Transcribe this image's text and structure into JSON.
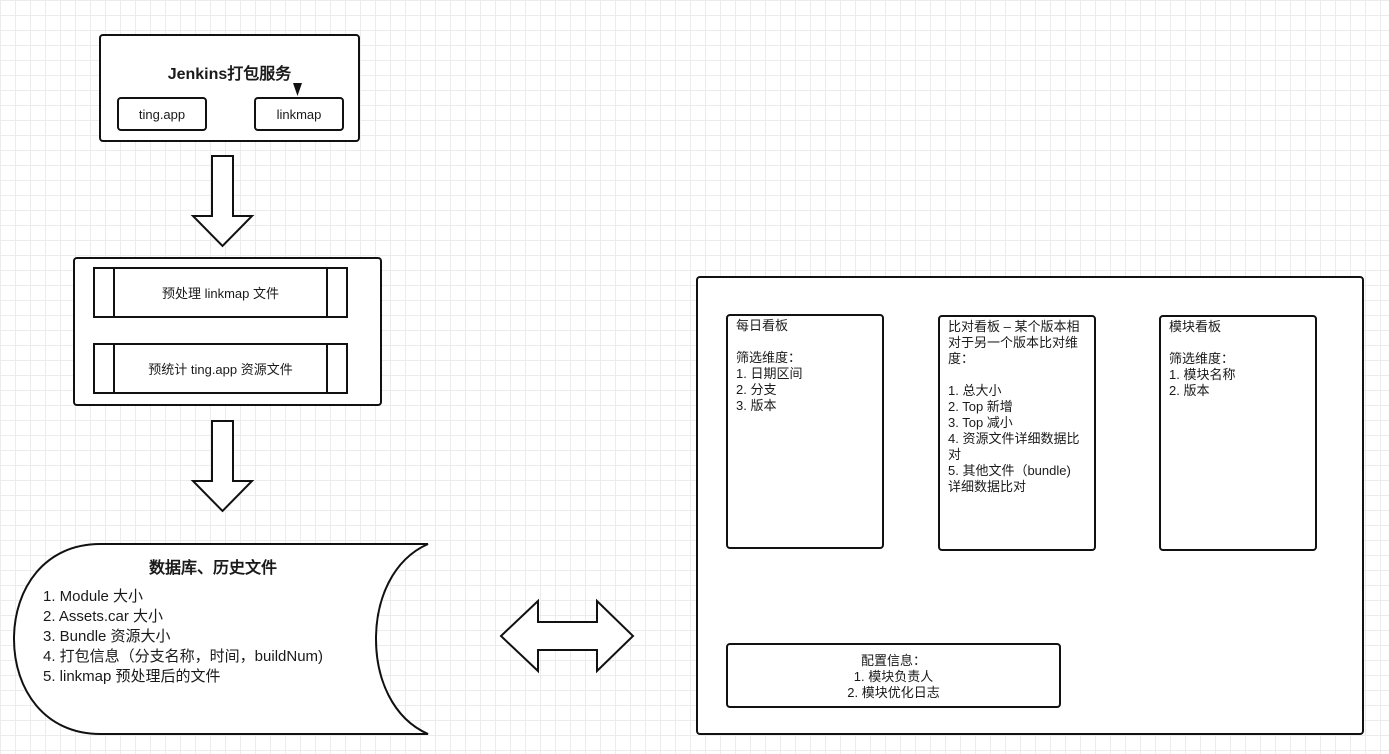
{
  "jenkins": {
    "title": "Jenkins打包服务",
    "ting_app": "ting.app",
    "linkmap": "linkmap"
  },
  "preprocess": {
    "step1": "预处理 linkmap 文件",
    "step2": "预统计 ting.app 资源文件"
  },
  "database": {
    "title": "数据库、历史文件",
    "items": [
      "1. Module 大小",
      "2. Assets.car 大小",
      "3. Bundle 资源大小",
      "4. 打包信息（分支名称，时间，buildNum)",
      "5. linkmap 预处理后的文件"
    ]
  },
  "daily_board": {
    "title": "每日看板",
    "filter_label": "筛选维度：",
    "items": [
      "1. 日期区间",
      "2. 分支",
      "3. 版本"
    ]
  },
  "compare_board": {
    "title": "比对看板 – 某个版本相对于另一个版本比对维度：",
    "items": [
      "1. 总大小",
      "2. Top 新增",
      "3. Top 减小",
      "4. 资源文件详细数据比对",
      "5. 其他文件（bundle) 详细数据比对"
    ]
  },
  "module_board": {
    "title": "模块看板",
    "filter_label": "筛选维度：",
    "items": [
      "1. 模块名称",
      "2. 版本"
    ]
  },
  "config": {
    "title": "配置信息：",
    "items": [
      "1. 模块负责人",
      "2. 模块优化日志"
    ]
  }
}
